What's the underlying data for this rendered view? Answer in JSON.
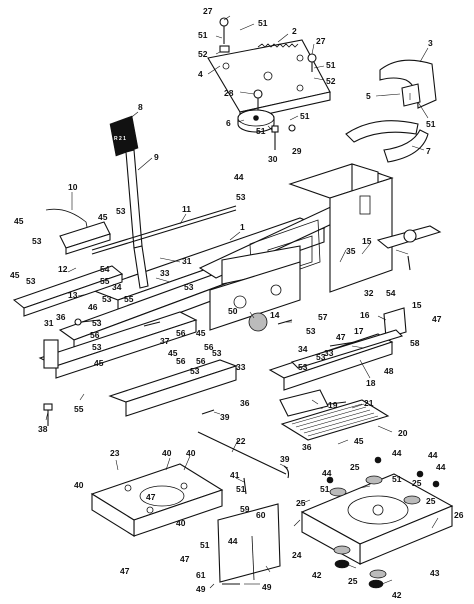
{
  "diagram": {
    "callouts": {
      "c1": "27",
      "c2": "51",
      "c3": "2",
      "c4": "51",
      "c5": "52",
      "c6": "27",
      "c7": "51",
      "c8": "52",
      "c9": "4",
      "c10": "28",
      "c11": "6",
      "c12": "51",
      "c13": "51",
      "c14": "30",
      "c15": "29",
      "c16": "3",
      "c17": "5",
      "c18": "51",
      "c19": "7",
      "c20": "8",
      "c21": "9",
      "c22": "10",
      "c23": "45",
      "c24": "53",
      "c25": "45",
      "c26": "53",
      "c27": "44",
      "c28": "53",
      "c29": "11",
      "c30": "1",
      "c31": "31",
      "c32": "35",
      "c33": "15",
      "c34": "12",
      "c35": "45",
      "c36": "53",
      "c37": "54",
      "c38": "55",
      "c39": "33",
      "c40": "13",
      "c41": "46",
      "c42": "53",
      "c43": "34",
      "c44": "53",
      "c45": "55",
      "c46": "32",
      "c47": "54",
      "c48": "31",
      "c49": "36",
      "c50": "53",
      "c51": "56",
      "c52": "53",
      "c53": "56",
      "c54": "45",
      "c55": "50",
      "c56": "14",
      "c57": "15",
      "c58": "16",
      "c59": "47",
      "c60": "57",
      "c61": "53",
      "c62": "47",
      "c63": "17",
      "c64": "37",
      "c65": "56",
      "c66": "45",
      "c67": "56",
      "c68": "53",
      "c69": "45",
      "c70": "56",
      "c71": "53",
      "c72": "53",
      "c73": "34",
      "c74": "33",
      "c75": "58",
      "c76": "53",
      "c77": "33",
      "c78": "48",
      "c79": "18",
      "c80": "38",
      "c81": "55",
      "c82": "36",
      "c83": "39",
      "c84": "19",
      "c85": "21",
      "c86": "20",
      "c87": "36",
      "c88": "45",
      "c89": "23",
      "c90": "22",
      "c91": "40",
      "c92": "40",
      "c93": "39",
      "c94": "41",
      "c95": "44",
      "c96": "44",
      "c97": "25",
      "c98": "40",
      "c99": "47",
      "c100": "40",
      "c101": "51",
      "c102": "44",
      "c103": "44",
      "c104": "51",
      "c105": "25",
      "c106": "25",
      "c107": "59",
      "c108": "60",
      "c109": "44",
      "c110": "51",
      "c111": "26",
      "c112": "25",
      "c113": "47",
      "c114": "51",
      "c115": "61",
      "c116": "24",
      "c117": "47",
      "c118": "49",
      "c119": "49",
      "c120": "42",
      "c121": "25",
      "c122": "42",
      "c123": "43"
    },
    "lever_decal": "R 2 1"
  }
}
